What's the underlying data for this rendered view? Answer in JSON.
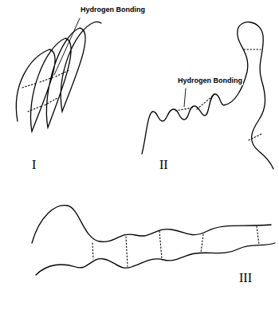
{
  "diagram": {
    "labels": [
      "Hydrogen Bonding",
      "Hydrogen Bonding",
      "I",
      "II",
      "III"
    ]
  }
}
